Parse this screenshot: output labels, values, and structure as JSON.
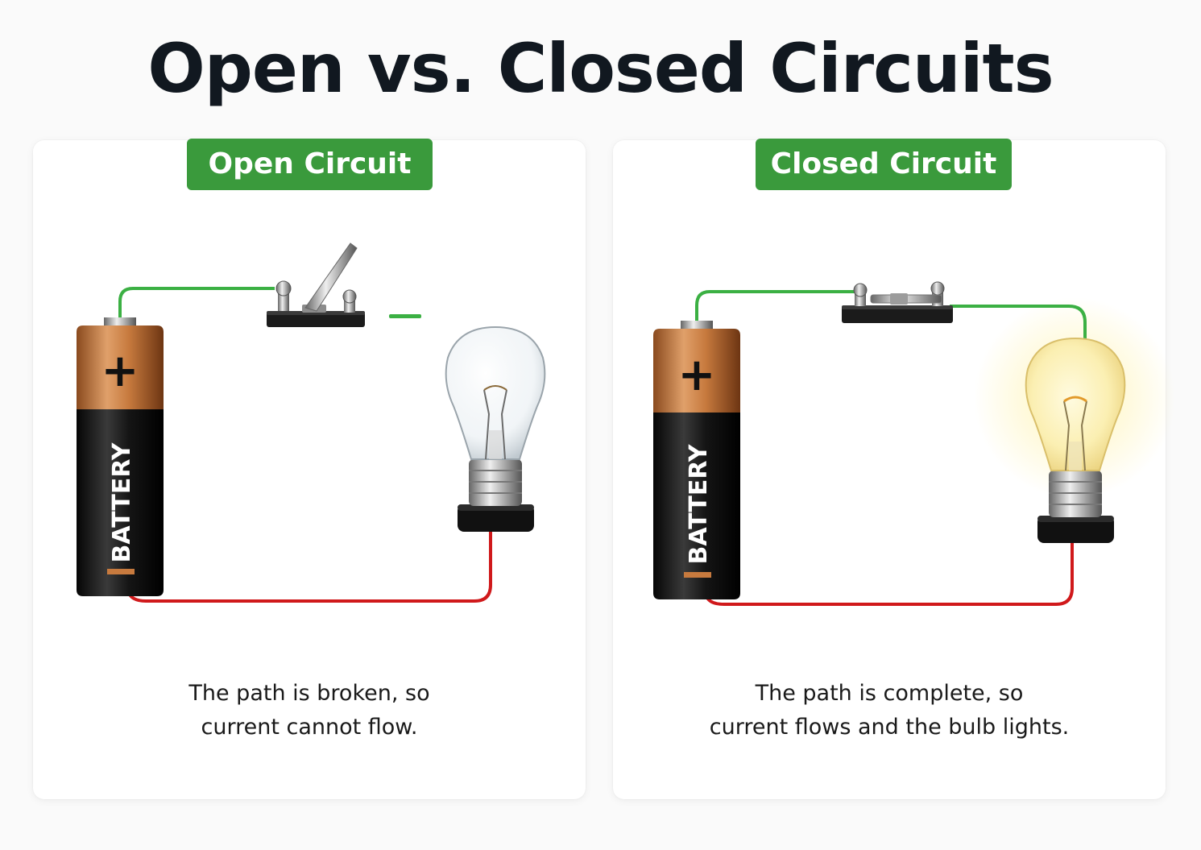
{
  "title": "Open vs. Closed Circuits",
  "panels": [
    {
      "badge": "Open Circuit",
      "battery_label": "BATTERY",
      "plus_sign": "+",
      "caption_lines": [
        "The path is broken, so",
        "current cannot flow."
      ]
    },
    {
      "badge": "Closed Circuit",
      "battery_label": "BATTERY",
      "plus_sign": "+",
      "caption_lines": [
        "The path is complete, so",
        "current flows and the bulb lights."
      ]
    }
  ],
  "colors": {
    "badge_green": "#3a9a3c",
    "wire_positive": "#3bb043",
    "wire_negative": "#d0191b",
    "battery_copper": "#c77a3e",
    "battery_black": "#151515",
    "bulb_glow": "#fff3b0"
  }
}
